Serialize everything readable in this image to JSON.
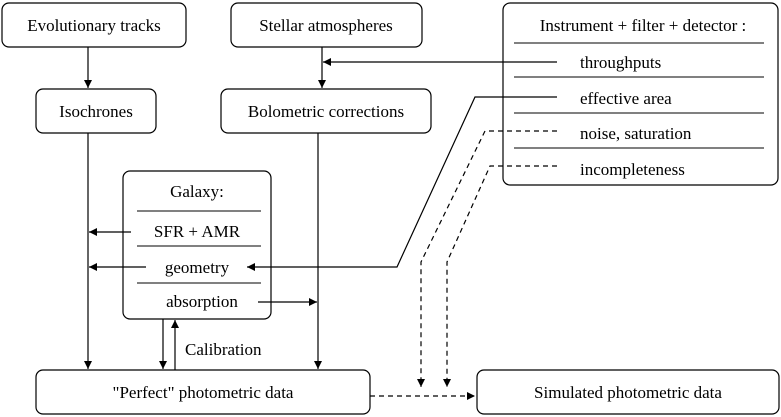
{
  "nodes": {
    "evolutionary_tracks": "Evolutionary tracks",
    "stellar_atmospheres": "Stellar atmospheres",
    "isochrones": "Isochrones",
    "bolometric_corrections": "Bolometric corrections",
    "instrument": {
      "title": "Instrument + filter + detector :",
      "items": [
        "throughputs",
        "effective area",
        "noise, saturation",
        "incompleteness"
      ]
    },
    "galaxy": {
      "title": "Galaxy:",
      "items": [
        "SFR + AMR",
        "geometry",
        "absorption"
      ]
    },
    "perfect_data": "\"Perfect\" photometric data",
    "simulated_data": "Simulated photometric data"
  },
  "labels": {
    "calibration": "Calibration"
  }
}
